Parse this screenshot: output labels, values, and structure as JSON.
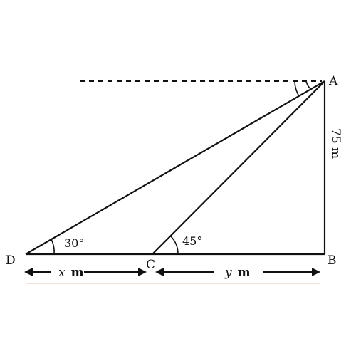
{
  "points": {
    "A": "A",
    "B": "B",
    "C": "C",
    "D": "D"
  },
  "angles": {
    "at_D": "30°",
    "at_C": "45°"
  },
  "height_label": "75 m",
  "dimensions": {
    "dc_var": "x",
    "dc_unit": "m",
    "cb_var": "y",
    "cb_unit": "m"
  }
}
